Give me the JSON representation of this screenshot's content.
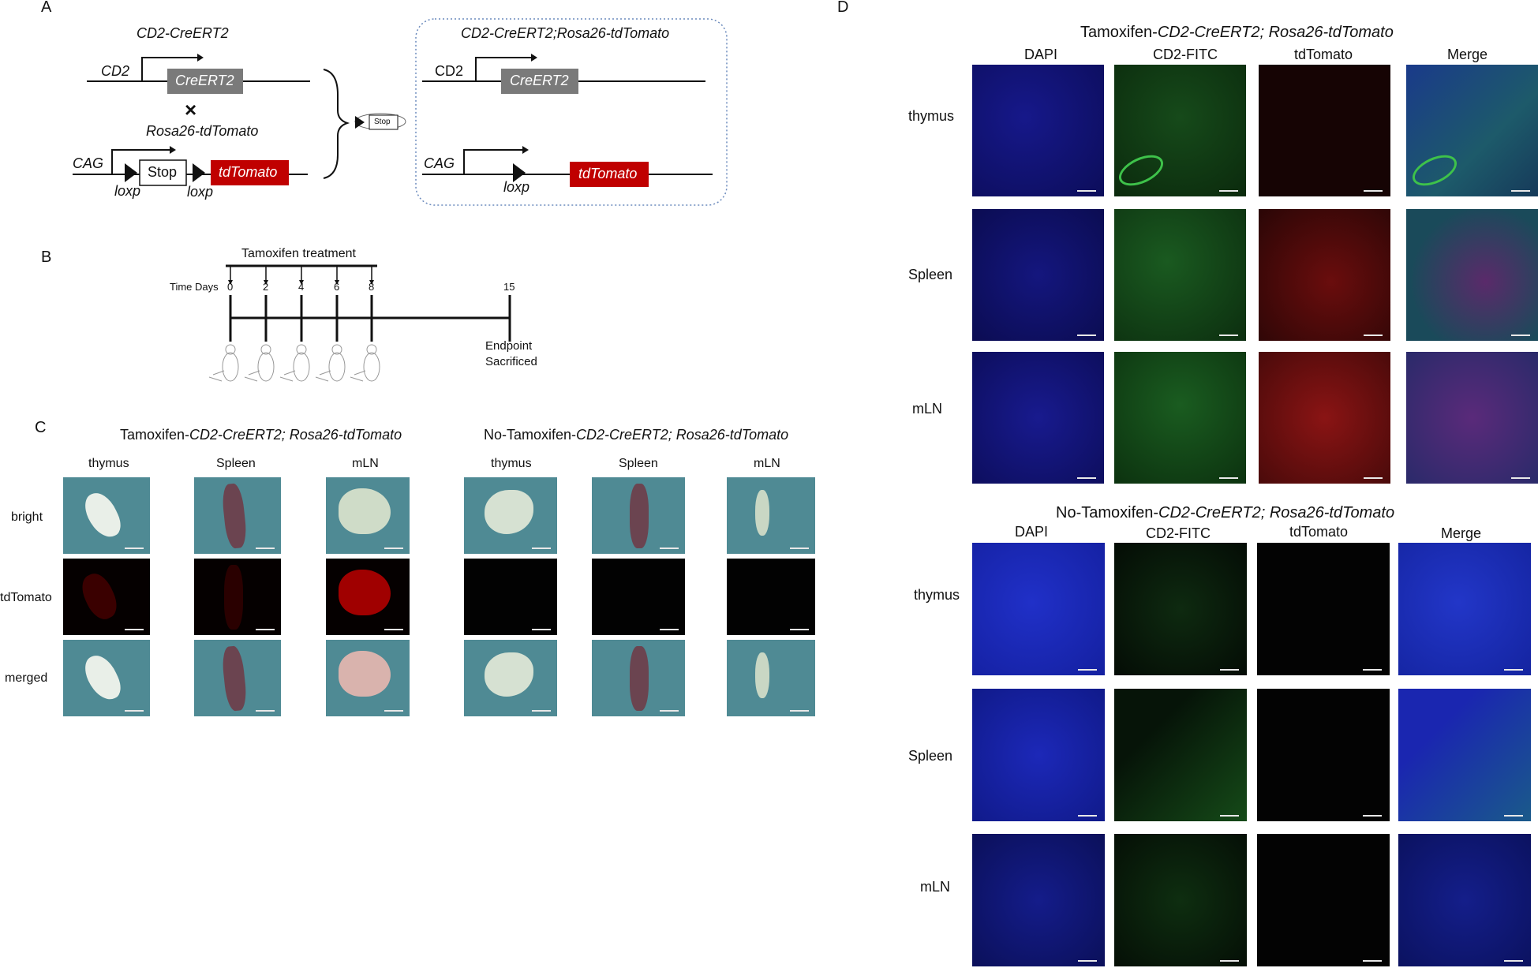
{
  "panels": {
    "a": "A",
    "b": "B",
    "c": "C",
    "d": "D"
  },
  "panel_a": {
    "cd2_creert2_title": "CD2-CreERT2",
    "cd2": "CD2",
    "creert2": "CreERT2",
    "cross": "×",
    "rosa_title": "Rosa26-tdTomato",
    "cag": "CAG",
    "stop": "Stop",
    "tdtomato": "tdTomato",
    "loxp": "loxp",
    "small_stop": "Stop",
    "combined_title": "CD2-CreERT2;Rosa26-tdTomato"
  },
  "panel_b": {
    "treatment": "Tamoxifen  treatment",
    "time_days": "Time Days",
    "days": [
      "0",
      "2",
      "4",
      "6",
      "8"
    ],
    "day15": "15",
    "endpoint_line1": "Endpoint",
    "endpoint_line2": "Sacrificed"
  },
  "panel_c": {
    "left_title_prefix": "Tamoxifen-",
    "left_title_italic": "CD2-CreERT2; Rosa26-tdTomato",
    "right_title_prefix": "No-Tamoxifen-",
    "right_title_italic": "CD2-CreERT2; Rosa26-tdTomato",
    "columns": [
      "thymus",
      "Spleen",
      "mLN",
      "thymus",
      "Spleen",
      "mLN"
    ],
    "rows": [
      "bright",
      "tdTomato",
      "merged"
    ]
  },
  "panel_d": {
    "top_title_prefix": "Tamoxifen-",
    "top_title_italic": "CD2-CreERT2; Rosa26-tdTomato",
    "bottom_title_prefix": "No-Tamoxifen-",
    "bottom_title_italic": "CD2-CreERT2; Rosa26-tdTomato",
    "columns": [
      "DAPI",
      "CD2-FITC",
      "tdTomato",
      "Merge"
    ],
    "rows": [
      "thymus",
      "Spleen",
      "mLN"
    ]
  },
  "colors": {
    "cre_box": "#7a7a7a",
    "tomato_box": "#c00000",
    "dotted_border": "#6c8bbd",
    "bright_bg": "#4f8a94",
    "dapi": "#14157a",
    "fitc": "#0d3a12",
    "tomato_dark": "#2a0606"
  }
}
